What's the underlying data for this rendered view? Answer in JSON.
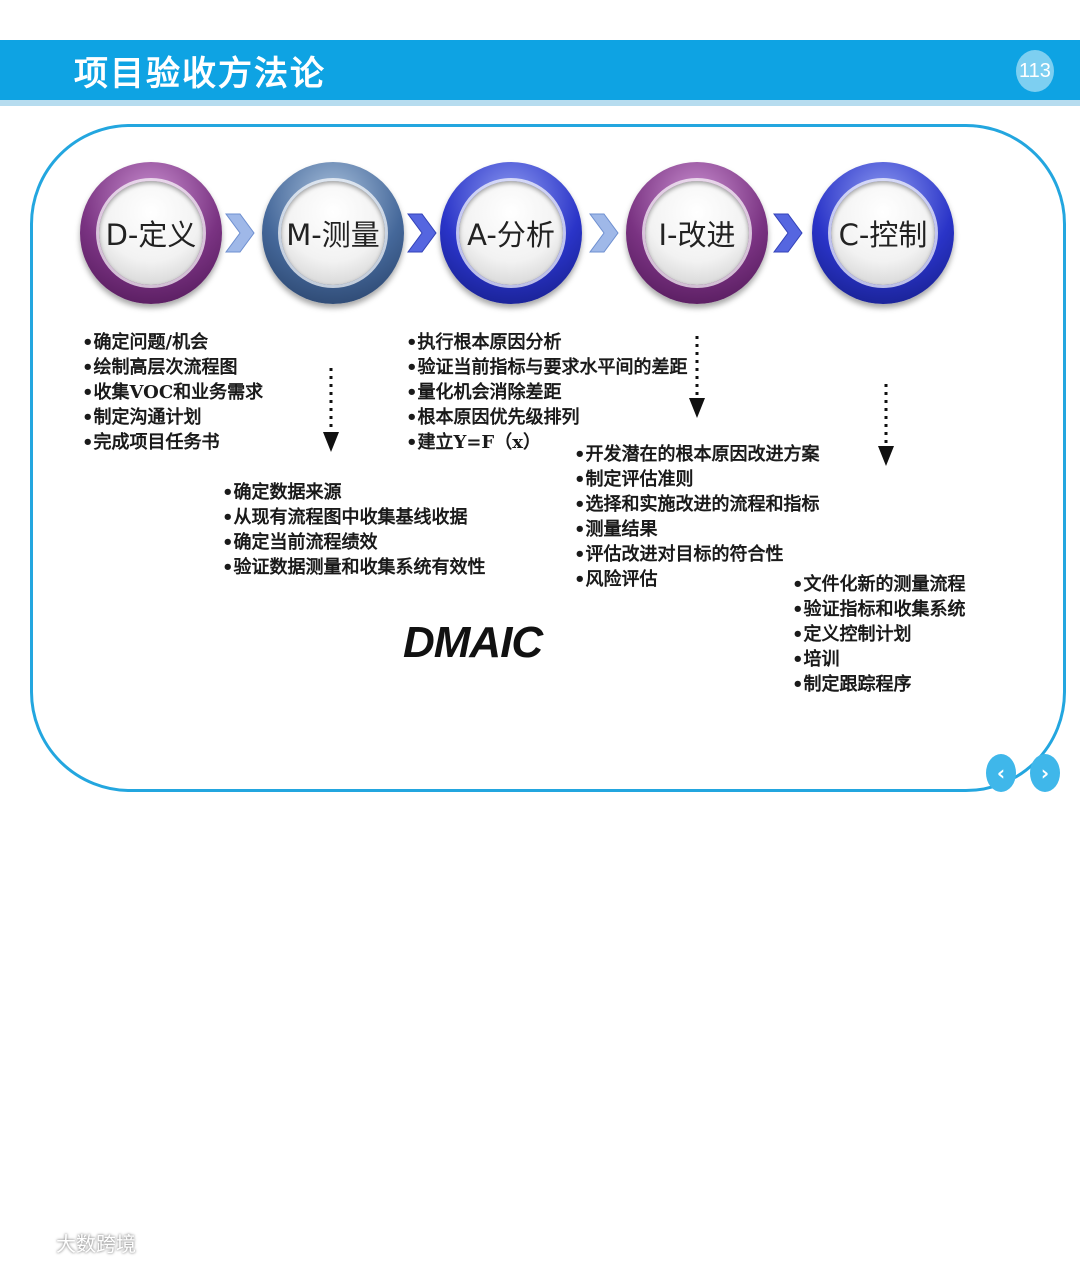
{
  "header": {
    "title": "项目验收方法论",
    "page_number": "113"
  },
  "steps": [
    {
      "label": "D-定义"
    },
    {
      "label": "M-测量"
    },
    {
      "label": "A-分析"
    },
    {
      "label": "I-改进"
    },
    {
      "label": "C-控制"
    }
  ],
  "lists": {
    "define": [
      "•确定问题/机会",
      "•绘制高层次流程图",
      "•收集VOC和业务需求",
      "•制定沟通计划",
      "•完成项目任务书"
    ],
    "measure": [
      "•确定数据来源",
      "•从现有流程图中收集基线收据",
      "•确定当前流程绩效",
      "•验证数据测量和收集系统有效性"
    ],
    "analyze": [
      "•执行根本原因分析",
      "•验证当前指标与要求水平间的差距",
      "•量化机会消除差距",
      "•根本原因优先级排列",
      "•建立Y=F（x）"
    ],
    "improve": [
      "•开发潜在的根本原因改进方案",
      "•制定评估准则",
      "•选择和实施改进的流程和指标",
      "•测量结果",
      "•评估改进对目标的符合性",
      "•风险评估"
    ],
    "control": [
      "•文件化新的测量流程",
      "•验证指标和收集系统",
      "•定义控制计划",
      "•培训",
      "•制定跟踪程序"
    ]
  },
  "footer_label": "DMAIC",
  "nav": {
    "prev": "‹",
    "next": "›"
  },
  "watermark": "大数跨境",
  "colors": {
    "header": "#0ea3e3",
    "frame": "#23a6df",
    "purple": "#7a3382",
    "steel": "#45689a",
    "blue": "#2a34c8"
  }
}
